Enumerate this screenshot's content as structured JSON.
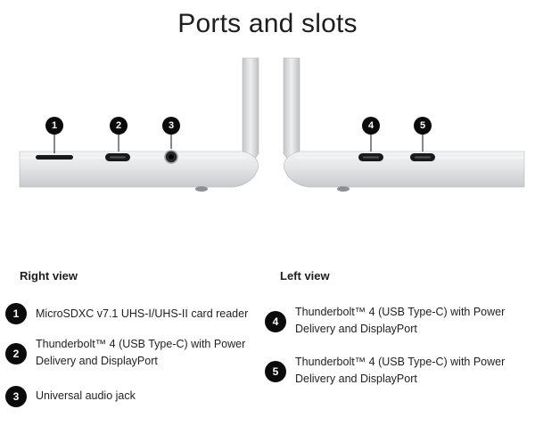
{
  "page": {
    "title": "Ports and slots"
  },
  "right_view": {
    "heading": "Right view",
    "items": [
      {
        "number": "1",
        "text": "MicroSDXC v7.1 UHS-I/UHS-II card reader",
        "icon": "microsd-slot-icon"
      },
      {
        "number": "2",
        "text": "Thunderbolt™ 4 (USB Type-C) with Power Delivery and DisplayPort",
        "icon": "usb-c-port-icon"
      },
      {
        "number": "3",
        "text": "Universal audio jack",
        "icon": "audio-jack-icon"
      }
    ]
  },
  "left_view": {
    "heading": "Left view",
    "items": [
      {
        "number": "4",
        "text": "Thunderbolt™ 4 (USB Type-C) with Power Delivery and DisplayPort",
        "icon": "usb-c-port-icon"
      },
      {
        "number": "5",
        "text": "Thunderbolt™ 4 (USB Type-C) with Power Delivery and DisplayPort",
        "icon": "usb-c-port-icon"
      }
    ]
  },
  "colors": {
    "chassis": "#d9dadc",
    "callout": "#0b0b0b",
    "text": "#1f1f1f"
  }
}
